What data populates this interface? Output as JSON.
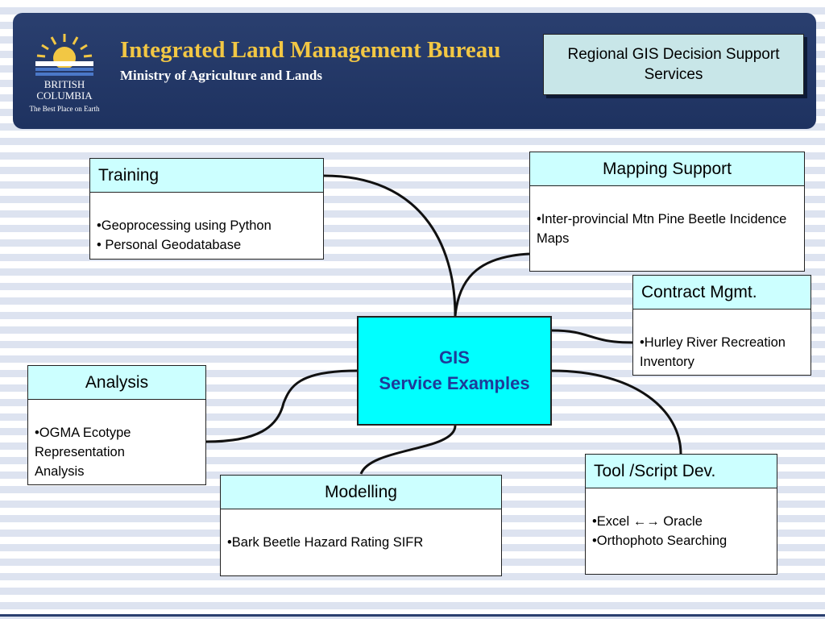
{
  "header": {
    "logo_line1": "BRITISH",
    "logo_line2": "COLUMBIA",
    "logo_tagline": "The Best Place on Earth",
    "title": "Integrated Land Management Bureau",
    "subtitle": "Ministry of Agriculture and Lands",
    "badge": "Regional GIS Decision Support Services"
  },
  "center": {
    "line1": "GIS",
    "line2": "Service Examples"
  },
  "nodes": {
    "training": {
      "title": "Training",
      "items": [
        "•Geoprocessing using Python",
        "• Personal Geodatabase"
      ]
    },
    "mapping_support": {
      "title": "Mapping Support",
      "items": [
        "•Inter-provincial Mtn Pine Beetle Incidence Maps"
      ]
    },
    "contract_mgmt": {
      "title": "Contract Mgmt.",
      "items": [
        "•Hurley River Recreation Inventory"
      ]
    },
    "analysis": {
      "title": "Analysis",
      "items": [
        "•OGMA Ecotype Representation Analysis"
      ]
    },
    "modelling": {
      "title": "Modelling",
      "items": [
        "•Bark Beetle Hazard Rating SIFR"
      ]
    },
    "tool_script_dev": {
      "title": "Tool /Script Dev.",
      "items": [
        "•Excel ←→ Oracle",
        "•Orthophoto Searching"
      ]
    }
  },
  "colors": {
    "header_bg": "#2a3f6f",
    "title_gold": "#f2c744",
    "node_header": "#ccffff",
    "center_fill": "#00ffff",
    "center_text": "#1f3a99",
    "badge_fill": "#c8e6e8"
  }
}
